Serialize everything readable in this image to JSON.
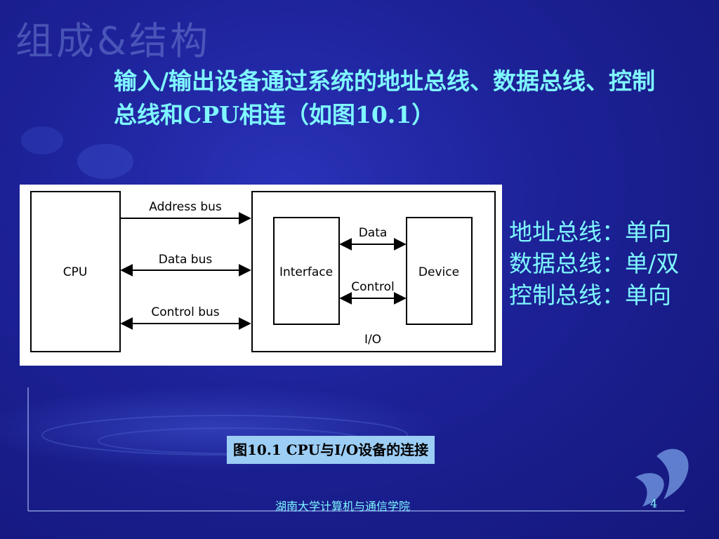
{
  "slide": {
    "section_title": "组成&结构",
    "intro_text": "输入/输出设备通过系统的地址总线、数据总线、控制总线和CPU相连（如图10.1）",
    "bus_notes": [
      "地址总线：单向",
      "数据总线：单/双",
      "控制总线：单向"
    ],
    "figure_caption": "图10.1 CPU与I/O设备的连接",
    "footer_text": "湖南大学计算机与通信学院",
    "page_number": "4"
  },
  "diagram": {
    "cpu_label": "CPU",
    "interface_label": "Interface",
    "device_label": "Device",
    "io_label": "I/O",
    "buses": [
      {
        "label": "Address bus",
        "direction": "one-way"
      },
      {
        "label": "Data bus",
        "direction": "two-way"
      },
      {
        "label": "Control bus",
        "direction": "two-way"
      }
    ],
    "internal_links": [
      {
        "label": "Data",
        "direction": "two-way"
      },
      {
        "label": "Control",
        "direction": "two-way"
      }
    ]
  },
  "colors": {
    "text_cyan": "#7ff7ff",
    "caption_bg": "#9ccdf5"
  }
}
